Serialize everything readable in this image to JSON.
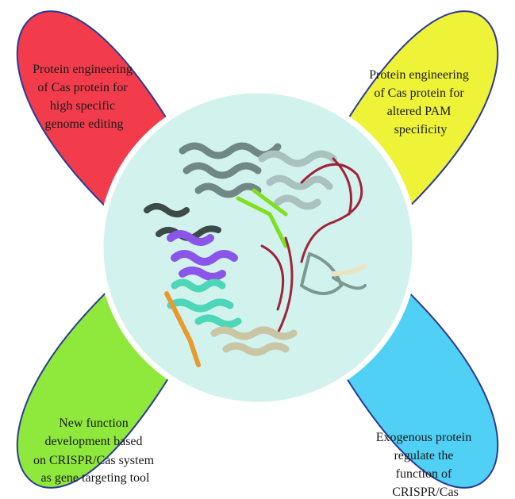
{
  "colors": {
    "red_petal": "#f23c4c",
    "yellow_petal": "#eef338",
    "green_petal": "#8fe83c",
    "blue_petal": "#4fd0f4",
    "outline": "#2b3a96",
    "center_circle": "#d2f2ee"
  },
  "petals": {
    "top_left": [
      "Protein engineering",
      "of Cas protein for",
      "high specific",
      "genome editing"
    ],
    "top_right": [
      "Protein engineering",
      "of Cas protein for",
      "altered PAM",
      "specificity"
    ],
    "bottom_left": [
      "New function",
      "development based",
      "on CRISPR/Cas system",
      "as gene targeting tool"
    ],
    "bottom_right": [
      "Exogenous protein",
      "regulate the",
      "function of",
      "CRISPR/Cas"
    ]
  },
  "center_image": "cas-protein-structure"
}
